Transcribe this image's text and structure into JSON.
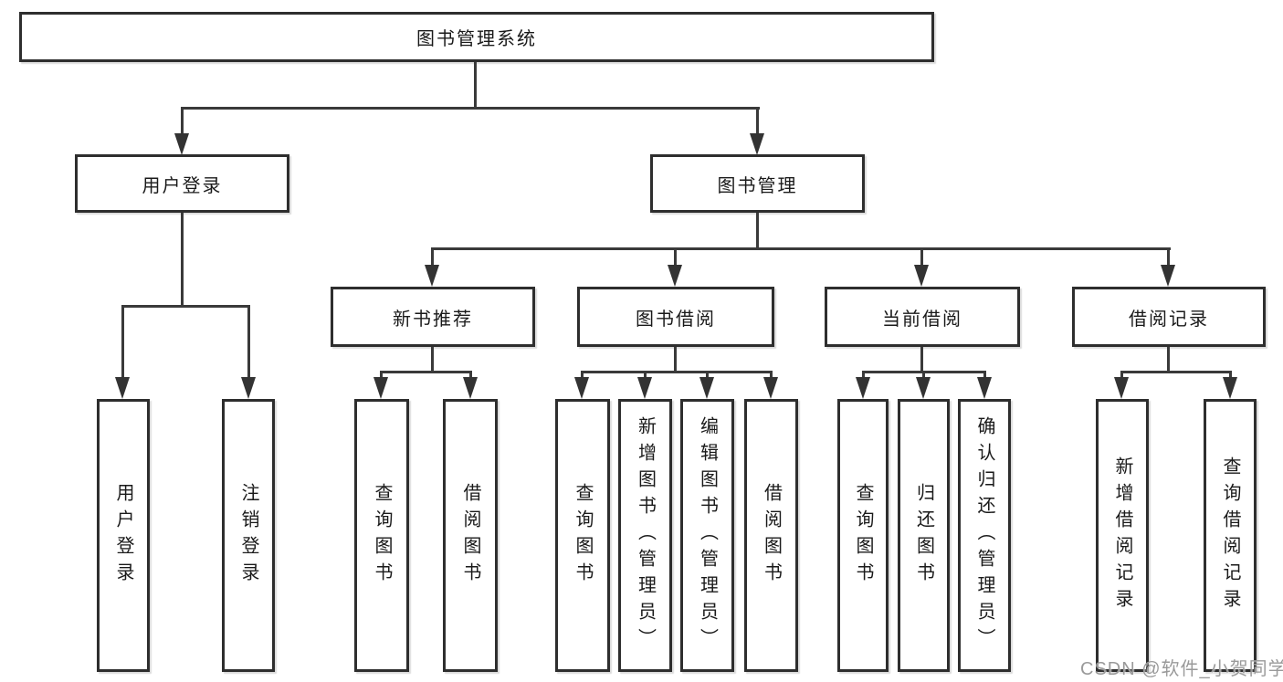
{
  "diagram_type": "tree",
  "tree": {
    "label": "图书管理系统",
    "children": [
      {
        "label": "用户登录",
        "children": [
          {
            "label": "用户登录"
          },
          {
            "label": "注销登录"
          }
        ]
      },
      {
        "label": "图书管理",
        "children": [
          {
            "label": "新书推荐",
            "children": [
              {
                "label": "查询图书"
              },
              {
                "label": "借阅图书"
              }
            ]
          },
          {
            "label": "图书借阅",
            "children": [
              {
                "label": "查询图书"
              },
              {
                "label": "新增图书（管理员）"
              },
              {
                "label": "编辑图书（管理员）"
              },
              {
                "label": "借阅图书"
              }
            ]
          },
          {
            "label": "当前借阅",
            "children": [
              {
                "label": "查询图书"
              },
              {
                "label": "归还图书"
              },
              {
                "label": "确认归还（管理员）"
              }
            ]
          },
          {
            "label": "借阅记录",
            "children": [
              {
                "label": "新增借阅记录"
              },
              {
                "label": "查询借阅记录"
              }
            ]
          }
        ]
      }
    ]
  },
  "watermark": {
    "text": "CSDN @软件_小贺同学"
  },
  "colors": {
    "background": "#ffffff",
    "box_border": "#2e2e2e",
    "box_fill": "#ffffff",
    "connector": "#3a3a3a",
    "text": "#1a1a1a",
    "watermark_text": "#9a9a9a"
  }
}
